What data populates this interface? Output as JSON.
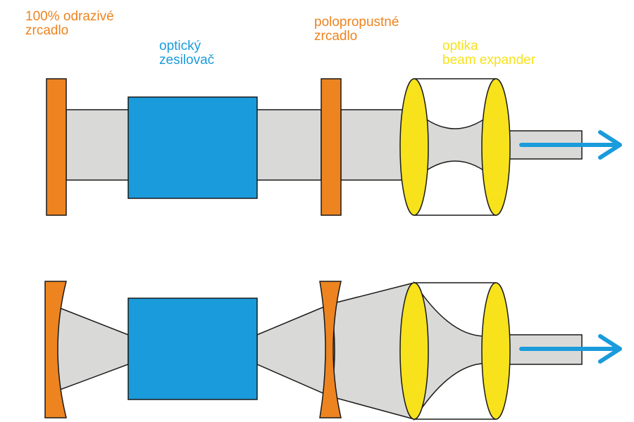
{
  "labels": {
    "mirror_full": [
      "100% odrazivé",
      "zrcadlo"
    ],
    "amplifier": [
      "optický",
      "zesilovač"
    ],
    "mirror_partial": [
      "polopropustné",
      "zrcadlo"
    ],
    "expander": [
      "optika",
      "beam expander"
    ]
  },
  "colors": {
    "mirror": "#ED8420",
    "amplifier": "#1A9BDB",
    "beam": "#D9DAD8",
    "lens": "#F7E21B",
    "arrow": "#1A9BDB",
    "outline": "#1a1a1a"
  },
  "icons": [
    "arrow-right-icon"
  ]
}
